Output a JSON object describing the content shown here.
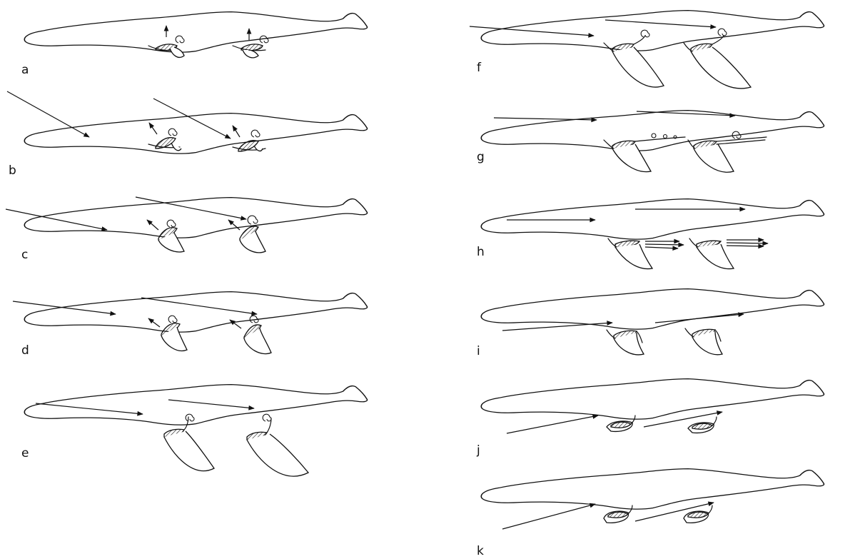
{
  "figure": {
    "panels": [
      {
        "id": "a",
        "label": "a",
        "phase": "up-stroke start, vortex rings forming"
      },
      {
        "id": "b",
        "label": "b",
        "phase": "flow approaching from above"
      },
      {
        "id": "c",
        "label": "c",
        "phase": "flow approaching from above"
      },
      {
        "id": "d",
        "label": "d",
        "phase": "flow approaching from above"
      },
      {
        "id": "e",
        "label": "e",
        "phase": "wings extended down"
      },
      {
        "id": "f",
        "label": "f",
        "phase": "wings extended, flow along body"
      },
      {
        "id": "g",
        "label": "g",
        "phase": "vortex shedding trail"
      },
      {
        "id": "h",
        "label": "h",
        "phase": "wake jets"
      },
      {
        "id": "i",
        "label": "i",
        "phase": "flow slightly upward"
      },
      {
        "id": "j",
        "label": "j",
        "phase": "wings folded"
      },
      {
        "id": "k",
        "label": "k",
        "phase": "wings folded"
      }
    ]
  }
}
